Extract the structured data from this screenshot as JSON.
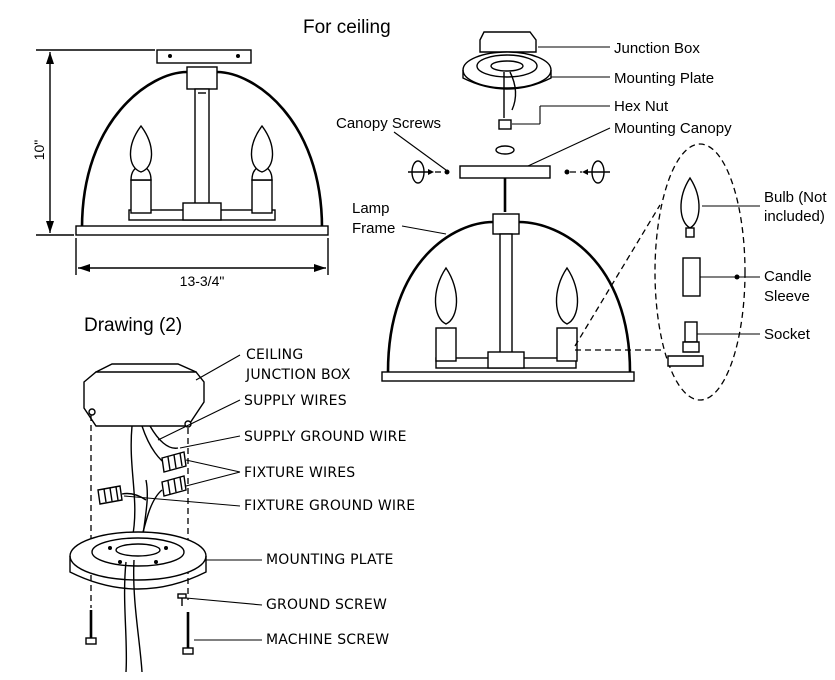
{
  "top_left": {
    "title": "For ceiling",
    "height_dim": "10\"",
    "width_dim": "13-3/4\""
  },
  "top_right": {
    "labels": {
      "junction_box": "Junction Box",
      "mounting_plate": "Mounting Plate",
      "hex_nut": "Hex Nut",
      "mounting_canopy": "Mounting Canopy",
      "canopy_screws": "Canopy Screws",
      "lamp_frame_1": "Lamp",
      "lamp_frame_2": "Frame",
      "bulb_1": "Bulb (Not",
      "bulb_2": "included)",
      "candle_sleeve_1": "Candle",
      "candle_sleeve_2": "Sleeve",
      "socket": "Socket"
    }
  },
  "drawing2": {
    "title": "Drawing (2)",
    "labels": {
      "ceiling_junction_box_1": "CEILING",
      "ceiling_junction_box_2": "JUNCTION BOX",
      "supply_wires": "SUPPLY WIRES",
      "supply_ground_wire": "SUPPLY GROUND WIRE",
      "fixture_wires": "FIXTURE WIRES",
      "fixture_ground_wire": "FIXTURE GROUND WIRE",
      "mounting_plate": "MOUNTING PLATE",
      "ground_screw": "GROUND SCREW",
      "machine_screw": "MACHINE SCREW"
    }
  }
}
